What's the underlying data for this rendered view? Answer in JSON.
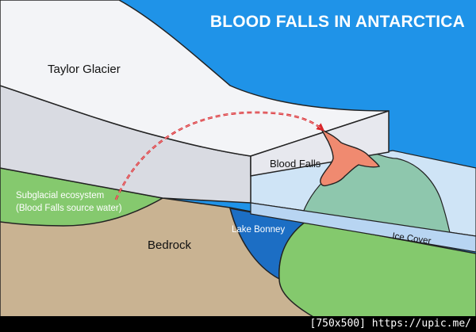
{
  "title": "BLOOD FALLS IN ANTARCTICA",
  "labels": {
    "glacier": "Taylor Glacier",
    "blood_falls": "Blood Falls",
    "ecosystem_line1": "Subglacial ecosystem",
    "ecosystem_line2": "(Blood Falls source water)",
    "bedrock": "Bedrock",
    "lake": "Lake Bonney",
    "ice_cover": "Ice Cover"
  },
  "footer": "[750x500] https://upic.me/",
  "colors": {
    "sky": "#1f93e8",
    "glacier_top": "#f3f4f7",
    "glacier_front": "#e7e8ee",
    "bedrock": "#c9b392",
    "ecosystem": "#85c96e",
    "lake": "#1c6ec4",
    "lake_ice": "#cfe4f6",
    "ice_strip": "#b8d5f2",
    "hill": "#8ec7ad",
    "green_ground": "#84c96d",
    "blood_falls": "#f08a70",
    "arrow": "#d8262b"
  }
}
